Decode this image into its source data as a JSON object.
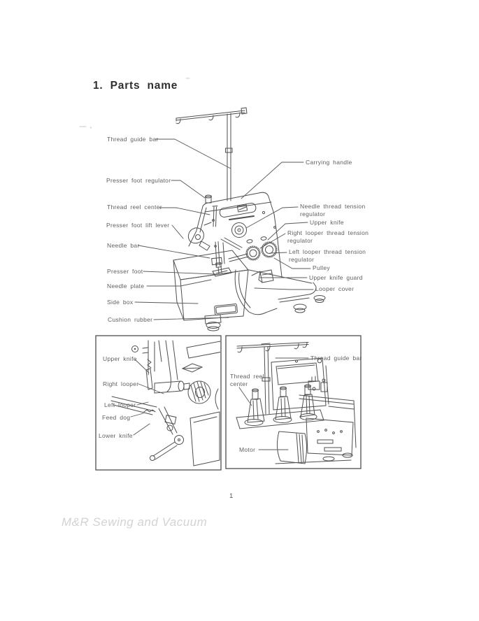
{
  "page": {
    "title": "1. Parts name",
    "page_number": "1",
    "watermark": "M&R Sewing and Vacuum"
  },
  "main_diagram": {
    "subject": "overlock-sewing-machine-front-view",
    "left_labels": [
      "Thread guide bar",
      "Presser foot regulator",
      "Thread reel center",
      "Presser foot lift lever",
      "Needle bar",
      "Presser foot",
      "Needle plate",
      "Side box",
      "Cushion rubber"
    ],
    "right_labels": [
      "Carrying handle",
      "Needle thread tension regulator",
      "Upper knife",
      "Right looper thread tension regulator",
      "Left looper thread tension regulator",
      "Pulley",
      "Upper knife guard",
      "Looper cover"
    ]
  },
  "detail_box_left": {
    "subject": "knife-and-looper-closeup",
    "labels": [
      "Upper knife",
      "Right looper",
      "Left looper",
      "Feed dog",
      "Lower knife"
    ]
  },
  "detail_box_right": {
    "subject": "rear-view-with-motor",
    "labels": [
      "Thread guide bar",
      "Thread reel center",
      "Motor"
    ]
  },
  "colors": {
    "paper": "#ffffff",
    "ink": "#4f4f4f",
    "label_text": "#5f5f5f",
    "title_text": "#2f2f2f",
    "watermark": "#d3d3d6"
  }
}
